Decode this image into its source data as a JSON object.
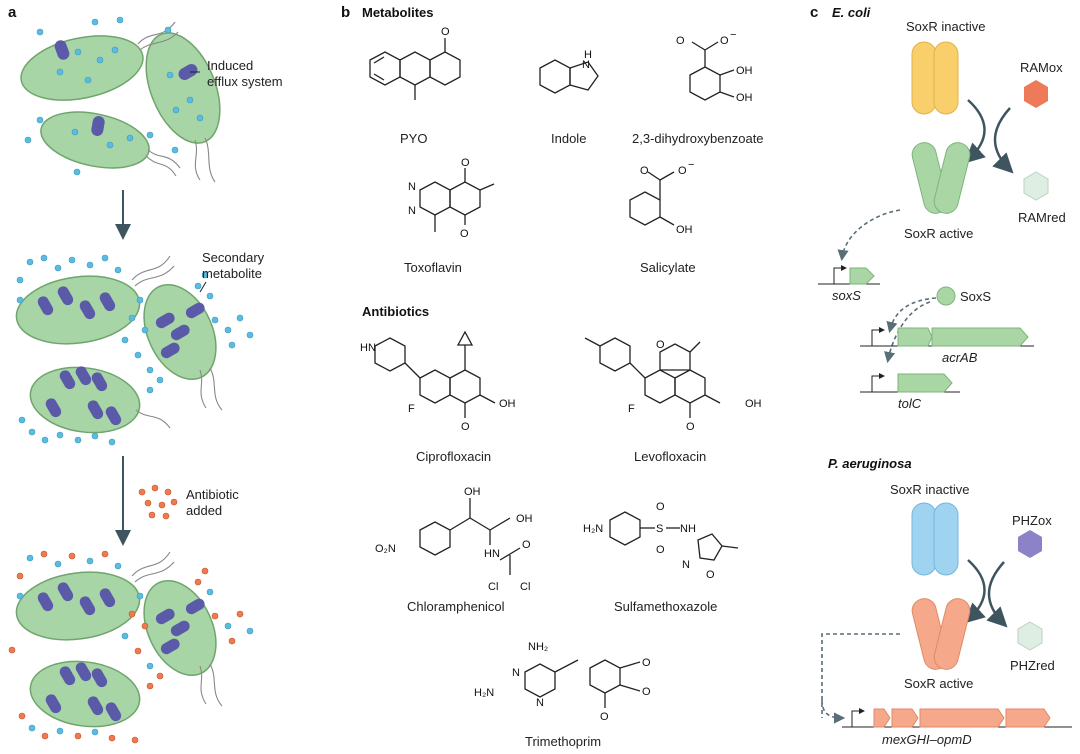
{
  "panel_a": {
    "label": "a",
    "induced_efflux": [
      "Induced",
      "efflux system"
    ],
    "secondary_metabolite": [
      "Secondary",
      "metabolite"
    ],
    "antibiotic_added": [
      "Antibiotic",
      "added"
    ]
  },
  "panel_b": {
    "label": "b",
    "metabolites_heading": "Metabolites",
    "antibiotics_heading": "Antibiotics",
    "metabolites": [
      "PYO",
      "Indole",
      "2,3-dihydroxybenzoate",
      "Toxoflavin",
      "Salicylate"
    ],
    "antibiotics": [
      "Ciprofloxacin",
      "Levofloxacin",
      "Chloramphenicol",
      "Sulfamethoxazole",
      "Trimethoprim"
    ]
  },
  "panel_c": {
    "label": "c",
    "ecoli": {
      "title": "E. coli",
      "inactive": "SoxR inactive",
      "active": "SoxR active",
      "ram_ox": "RAMox",
      "ram_red": "RAMred",
      "soxs_gene": "soxS",
      "soxs_protein": "SoxS",
      "acrab": "acrAB",
      "tolc": "tolC"
    },
    "paeruginosa": {
      "title": "P. aeruginosa",
      "inactive": "SoxR inactive",
      "active": "SoxR active",
      "phz_ox": "PHZox",
      "phz_red": "PHZred",
      "operon": "mexGHI–opmD"
    }
  },
  "colors": {
    "cell": "#a8d5a6",
    "cell_stroke": "#6fa56d",
    "pump": "#5a5aa8",
    "metabolite": "#5bbbe0",
    "antibiotic": "#ee7a4e",
    "soxr_inactive_ecoli": "#f8cf6a",
    "soxr_active_ecoli": "#a9d6a4",
    "soxr_inactive_pa": "#9fd3f0",
    "soxr_active_pa": "#f5a98a",
    "ram_ox": "#ee7a5a",
    "ram_red": "#dfeee3",
    "phz_ox": "#8b82c8",
    "phz_red": "#dfeee3",
    "arrow": "#3e5560"
  }
}
